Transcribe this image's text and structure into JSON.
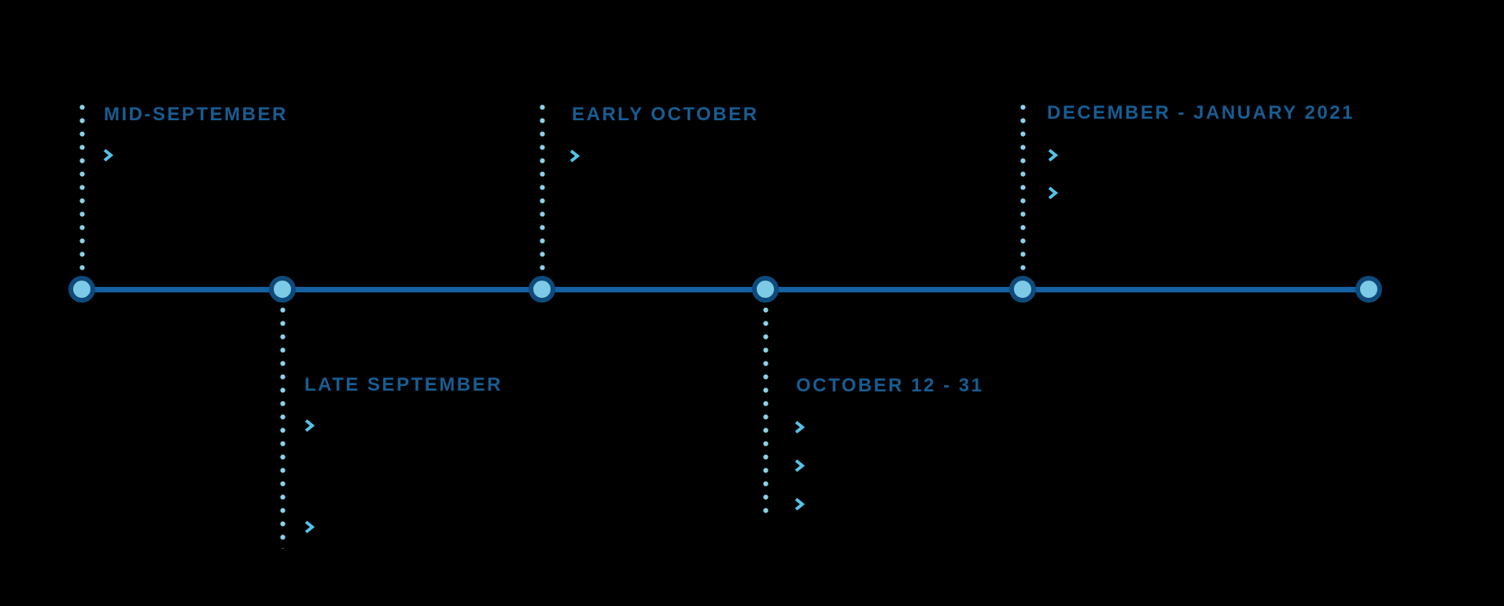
{
  "meta": {
    "type": "timeline-infographic",
    "node_count": 6
  },
  "colors": {
    "background": "#000000",
    "axis_line": "#1560a0",
    "node_ring": "#0e4b7c",
    "node_fill": "#7ccae5",
    "dotted_connector": "#8ad3ea",
    "chevron": "#53c3e8",
    "label_text": "#175d93"
  },
  "timeline": {
    "events": [
      {
        "label": "MID-SEPTEMBER",
        "side": "above",
        "bullet_count": 1
      },
      {
        "label": "LATE SEPTEMBER",
        "side": "below",
        "bullet_count": 2
      },
      {
        "label": "EARLY OCTOBER",
        "side": "above",
        "bullet_count": 1
      },
      {
        "label": "OCTOBER 12 - 31",
        "side": "below",
        "bullet_count": 3
      },
      {
        "label": "DECEMBER - JANUARY 2021",
        "side": "above",
        "bullet_count": 2
      }
    ]
  }
}
